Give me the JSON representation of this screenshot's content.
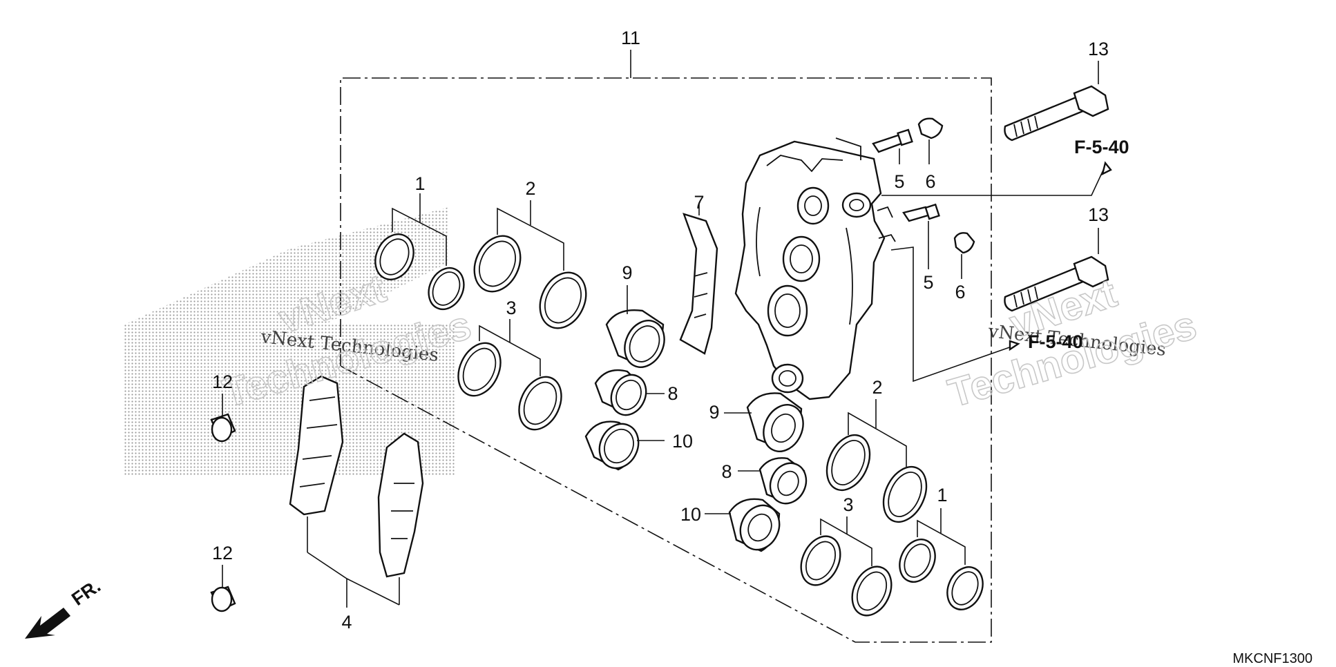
{
  "callouts": {
    "c11": "11",
    "c13a": "13",
    "c13b": "13",
    "c1a": "1",
    "c2a": "2",
    "c3a": "3",
    "c7": "7",
    "c9a": "9",
    "c8a": "8",
    "c10a": "10",
    "c5a": "5",
    "c6a": "6",
    "c5b": "5",
    "c6b": "6",
    "c12a": "12",
    "c12b": "12",
    "c4": "4",
    "c2b": "2",
    "c9b": "9",
    "c8b": "8",
    "c10b": "10",
    "c3b": "3",
    "c1b": "1"
  },
  "references": {
    "ref_top": "F-5-40",
    "ref_mid": "F-5-40"
  },
  "direction_arrow": {
    "label": "FR."
  },
  "diagram_code": "MKCNF1300",
  "watermark": {
    "line1": "vNext Technologies",
    "line2": "vNext",
    "line3": "Technologies",
    "line4": "vNext Technologies",
    "line5": "vNext",
    "line6": "Technologies"
  }
}
